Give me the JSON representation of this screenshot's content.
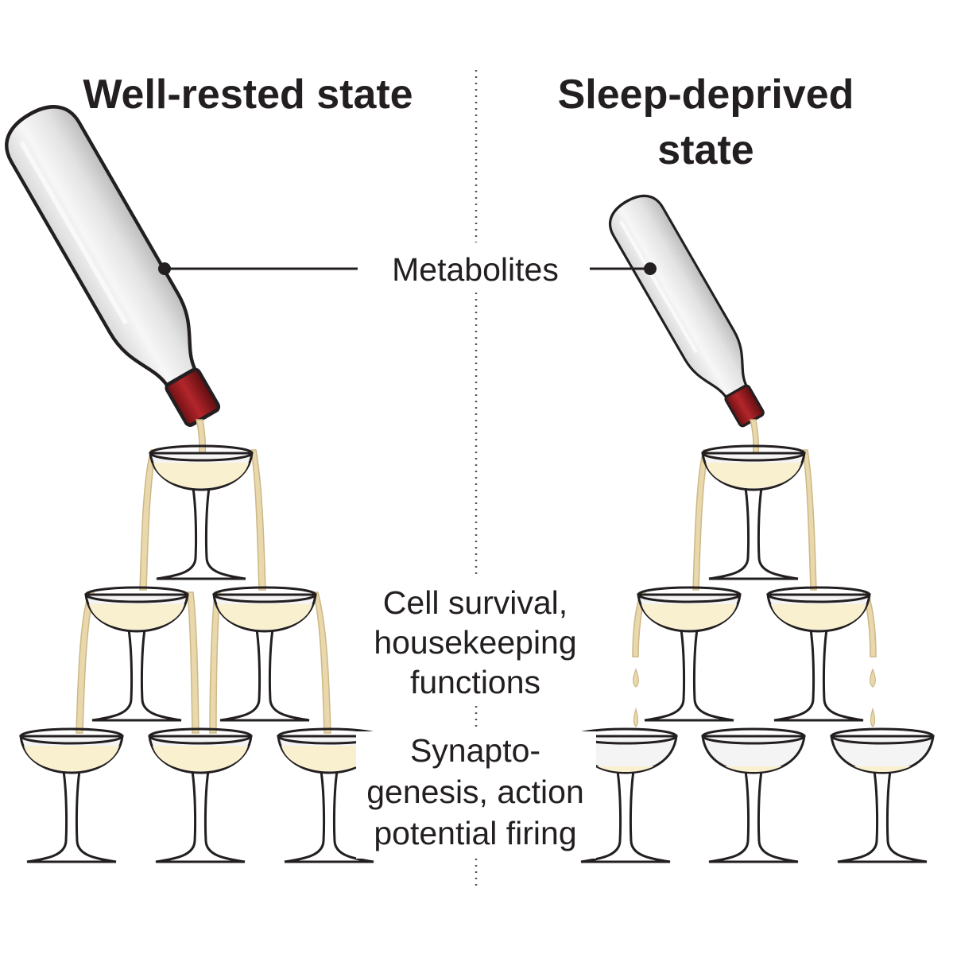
{
  "left_panel": {
    "title": "Well-rested state"
  },
  "right_panel": {
    "title_line1": "Sleep-deprived",
    "title_line2": "state"
  },
  "labels": {
    "metabolites": "Metabolites",
    "tier2_line1": "Cell survival,",
    "tier2_line2": "housekeeping",
    "tier2_line3": "functions",
    "tier3_line1": "Synapto-",
    "tier3_line2": "genesis, action",
    "tier3_line3": "potential firing"
  },
  "colors": {
    "liquid": "#f8f0cf",
    "stream": "#e9d8ac",
    "bottle_cap": "#9a1b1f",
    "outline": "#231f20"
  }
}
